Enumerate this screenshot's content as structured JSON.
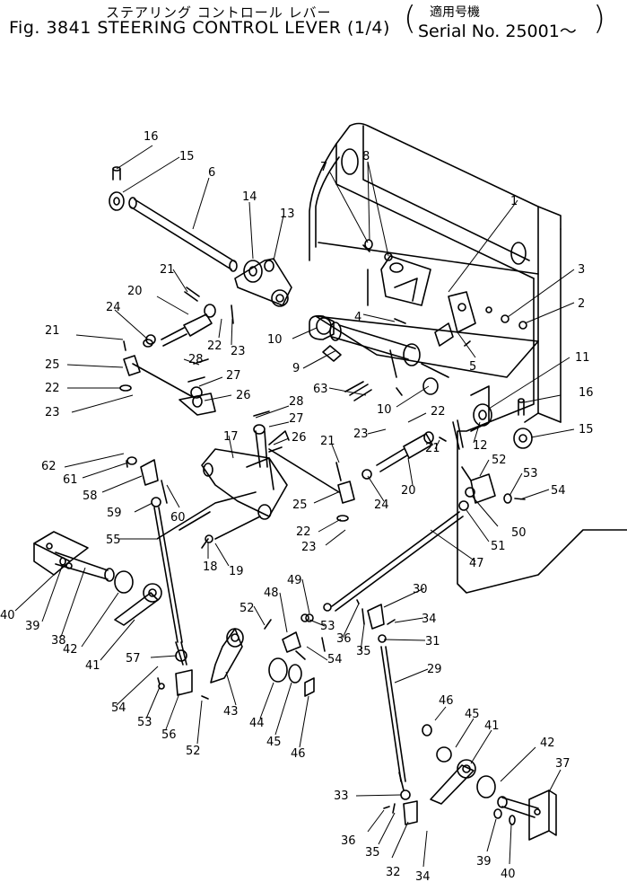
{
  "header": {
    "title_jp": "ステアリング コントロール レバー",
    "title": "Fig. 3841 STEERING CONTROL LEVER (1/4)",
    "applicable_jp": "適用号機",
    "serial": "Serial No. 25001～",
    "paren_open": "(",
    "paren_close": ")"
  },
  "callouts": [
    "1",
    "2",
    "3",
    "4",
    "5",
    "6",
    "7",
    "8",
    "9",
    "10",
    "10",
    "11",
    "12",
    "13",
    "14",
    "15",
    "15",
    "16",
    "16",
    "17",
    "18",
    "19",
    "20",
    "20",
    "21",
    "21",
    "21",
    "21",
    "22",
    "22",
    "22",
    "22",
    "23",
    "23",
    "23",
    "23",
    "24",
    "24",
    "25",
    "25",
    "26",
    "26",
    "27",
    "27",
    "28",
    "28",
    "29",
    "30",
    "31",
    "32",
    "33",
    "34",
    "34",
    "35",
    "35",
    "36",
    "36",
    "37",
    "38",
    "39",
    "39",
    "40",
    "40",
    "41",
    "41",
    "42",
    "42",
    "43",
    "44",
    "45",
    "45",
    "46",
    "46",
    "47",
    "48",
    "49",
    "50",
    "51",
    "52",
    "52",
    "52",
    "53",
    "53",
    "53",
    "54",
    "54",
    "54",
    "55",
    "56",
    "57",
    "58",
    "59",
    "60",
    "61",
    "62",
    "63"
  ]
}
